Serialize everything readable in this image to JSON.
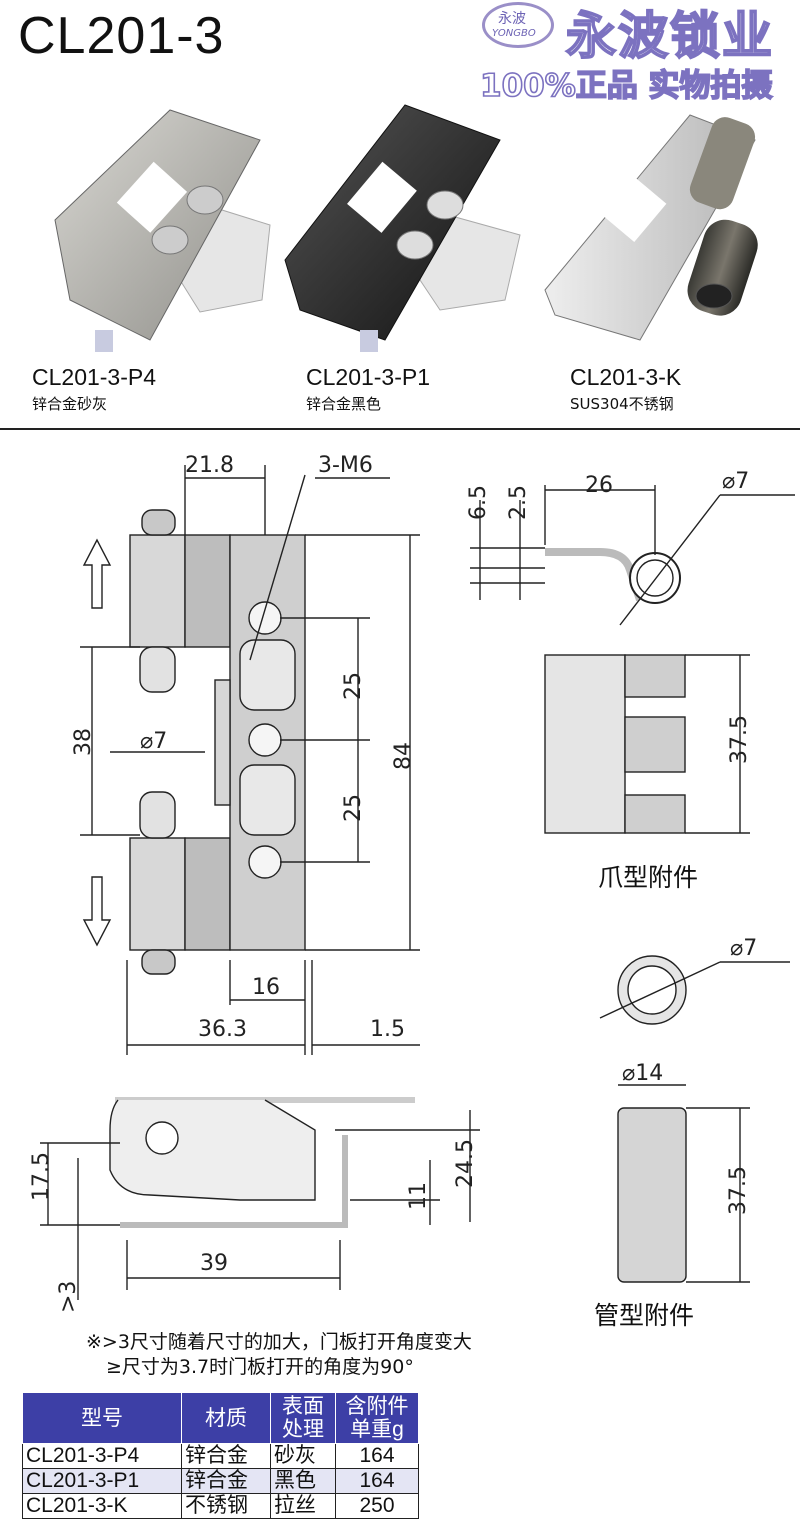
{
  "title": "CL201-3",
  "brand": {
    "logo_cn": "永波",
    "logo_en": "YONGBO",
    "name": "永波锁业",
    "slogan": "100%正品 实物拍摄"
  },
  "products": [
    {
      "code": "CL201-3-P4",
      "material": "锌合金砂灰"
    },
    {
      "code": "CL201-3-P1",
      "material": "锌合金黑色"
    },
    {
      "code": "CL201-3-K",
      "material": "SUS304不锈钢"
    }
  ],
  "drawing": {
    "dims": {
      "d21_8": "21.8",
      "m6": "3-M6",
      "d6_5": "6.5",
      "d2_5": "2.5",
      "d26": "26",
      "phi7": "⌀7",
      "d25a": "25",
      "d25b": "25",
      "d84": "84",
      "d38": "38",
      "d37_5a": "37.5",
      "d16": "16",
      "d36_3": "36.3",
      "d1_5": "1.5",
      "d17_5": "17.5",
      "d11": "11",
      "d24_5": "24.5",
      "d39": "39",
      "d3": ">3",
      "phi14": "⌀14",
      "d37_5b": "37.5"
    },
    "claw_label": "爪型附件",
    "tube_label": "管型附件"
  },
  "note": {
    "line1": "※>3尺寸随着尺寸的加大，门板打开角度变大",
    "line2": "≥尺寸为3.7时门板打开的角度为90°"
  },
  "table": {
    "headers": [
      "型号",
      "材质",
      "表面处理",
      "含附件单重g"
    ],
    "header_lines": [
      [
        "型号"
      ],
      [
        "材质"
      ],
      [
        "表面",
        "处理"
      ],
      [
        "含附件",
        "单重g"
      ]
    ],
    "rows": [
      [
        "CL201-3-P4",
        "锌合金",
        "砂灰",
        "164"
      ],
      [
        "CL201-3-P1",
        "锌合金",
        "黑色",
        "164"
      ],
      [
        "CL201-3-K",
        "不锈钢",
        "拉丝",
        "250"
      ]
    ]
  }
}
